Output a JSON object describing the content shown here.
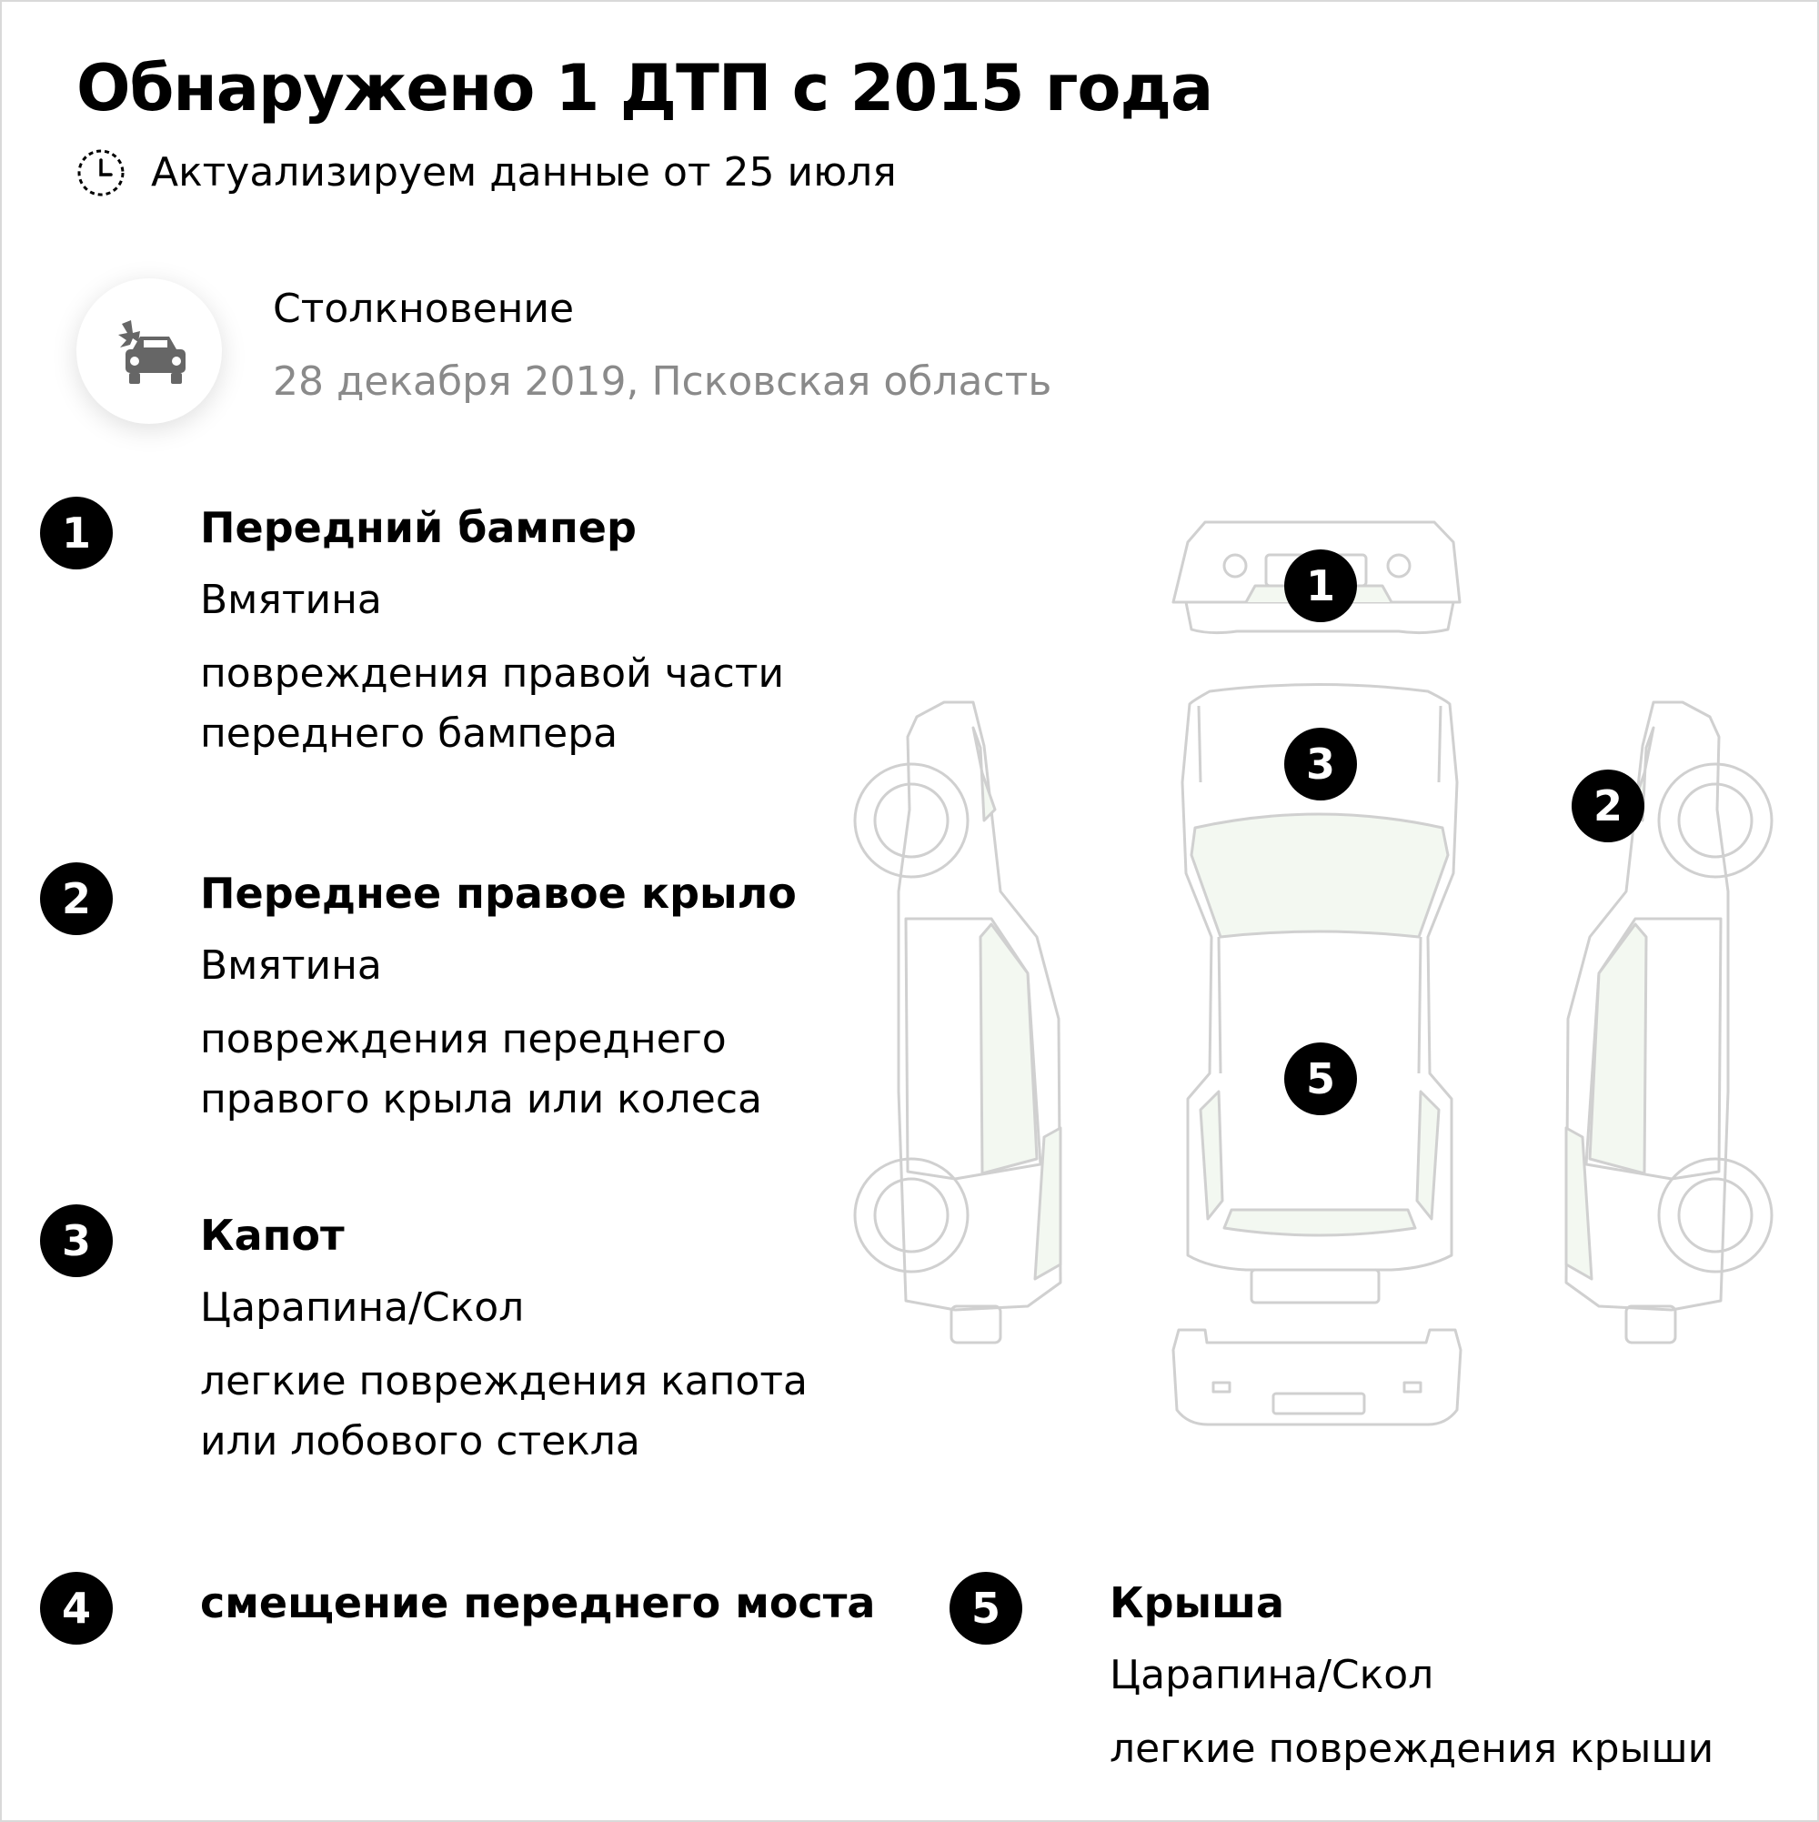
{
  "header": {
    "title": "Обнаружено 1 ДТП с 2015 года",
    "updated": "Актуализируем данные от 25 июля"
  },
  "event": {
    "type": "Столкновение",
    "meta": "28 декабря 2019, Псковская область",
    "icon": "car-collision-icon"
  },
  "damages": [
    {
      "num": "1",
      "title": "Передний бампер",
      "type": "Вмятина",
      "desc": "повреждения правой части переднего бампера"
    },
    {
      "num": "2",
      "title": "Переднее правое крыло",
      "type": "Вмятина",
      "desc": "повреждения переднего правого крыла или колеса"
    },
    {
      "num": "3",
      "title": "Капот",
      "type": "Царапина/Скол",
      "desc": "легкие повреждения капота или лобового стекла"
    },
    {
      "num": "4",
      "title": "смещение переднего моста"
    },
    {
      "num": "5",
      "title": "Крыша",
      "type": "Царапина/Скол",
      "desc": "легкие повреждения крыши"
    }
  ],
  "diagram_markers": [
    "1",
    "3",
    "2",
    "5"
  ],
  "colors": {
    "badge": "#000000",
    "muted_text": "#8a8a8a",
    "car_outline": "#d0d0d0",
    "glass_tint": "#f3f8f1"
  }
}
